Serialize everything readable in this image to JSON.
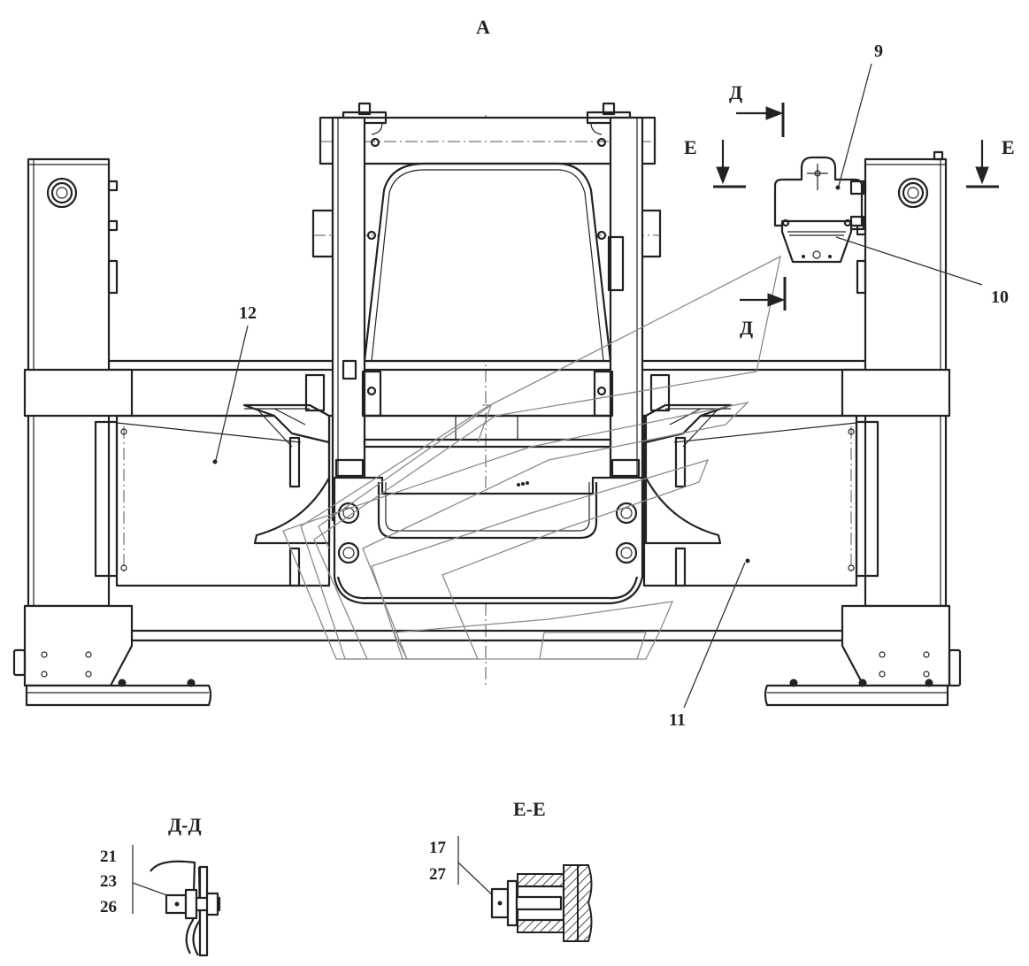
{
  "view_title": "А",
  "section_marks": {
    "d_letter": "Д",
    "e_letter": "Е"
  },
  "callouts": {
    "c9": "9",
    "c10": "10",
    "c11": "11",
    "c12": "12"
  },
  "section_dd": {
    "title": "Д-Д",
    "labels": [
      "21",
      "23",
      "26"
    ]
  },
  "section_ee": {
    "title": "Е-Е",
    "labels": [
      "17",
      "27"
    ]
  }
}
